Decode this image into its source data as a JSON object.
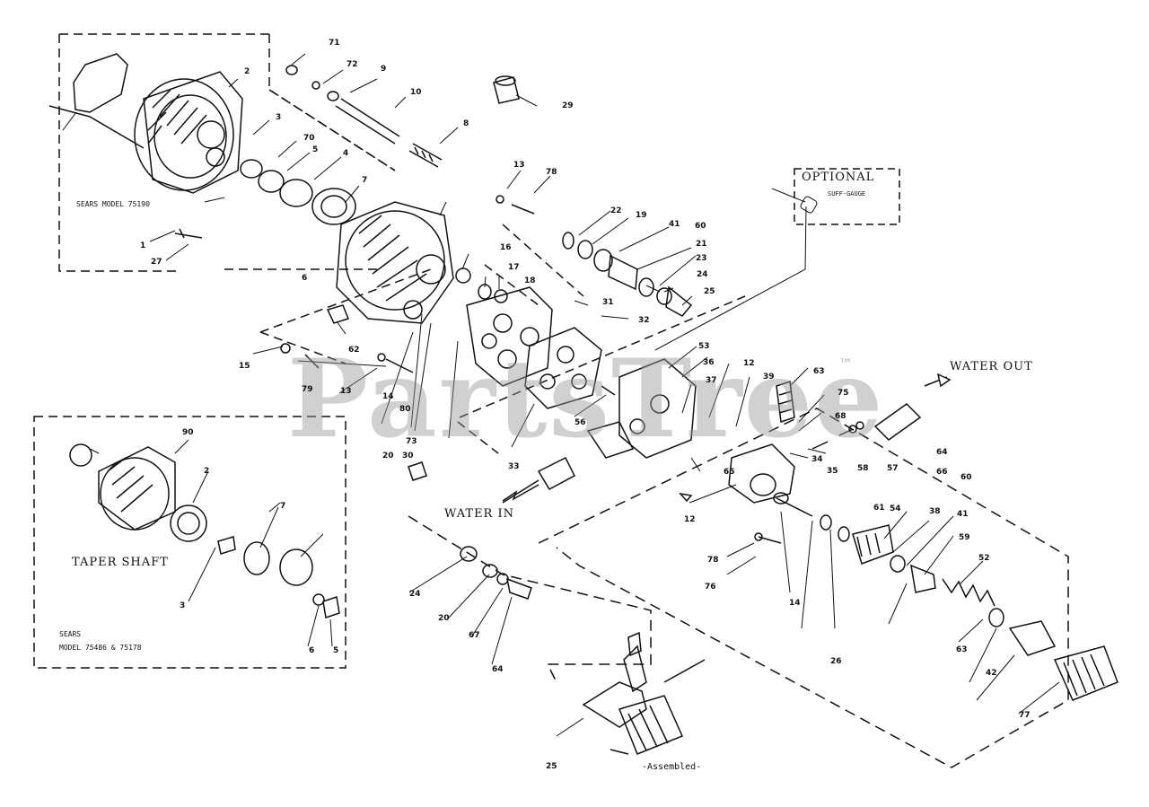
{
  "watermark": {
    "text": "PartsTree",
    "trademark": "™"
  },
  "inset_top": {
    "model_label": "SEARS MODEL 75190"
  },
  "inset_bottom": {
    "title": "TAPER SHAFT",
    "model_line1": "SEARS",
    "model_line2": "MODEL 75486 & 75178"
  },
  "optional_box": {
    "title": "OPTIONAL",
    "item": "SUFF-GAUGE"
  },
  "labels": {
    "water_out": "WATER OUT",
    "water_in": "WATER IN",
    "assembled": "-Assembled-"
  },
  "colors": {
    "ink": "#111111",
    "watermark": "#9a9a9a",
    "background": "#ffffff"
  },
  "callouts": [
    "71",
    "72",
    "9",
    "10",
    "8",
    "29",
    "2",
    "3",
    "70",
    "5",
    "4",
    "7",
    "1",
    "27",
    "78",
    "13",
    "22",
    "19",
    "41",
    "60",
    "21",
    "23",
    "24",
    "25",
    "6",
    "16",
    "17",
    "18",
    "31",
    "32",
    "15",
    "62",
    "79",
    "13",
    "14",
    "80",
    "73",
    "20",
    "30",
    "33",
    "53",
    "36",
    "12",
    "39",
    "63",
    "37",
    "75",
    "68",
    "34",
    "35",
    "58",
    "65",
    "56",
    "57",
    "64",
    "66",
    "60",
    "12",
    "14",
    "78",
    "76",
    "38",
    "41",
    "59",
    "54",
    "61",
    "52",
    "63",
    "42",
    "77",
    "26",
    "25",
    "24",
    "20",
    "67",
    "64",
    "5",
    "6",
    "3",
    "7",
    "2",
    "90"
  ]
}
